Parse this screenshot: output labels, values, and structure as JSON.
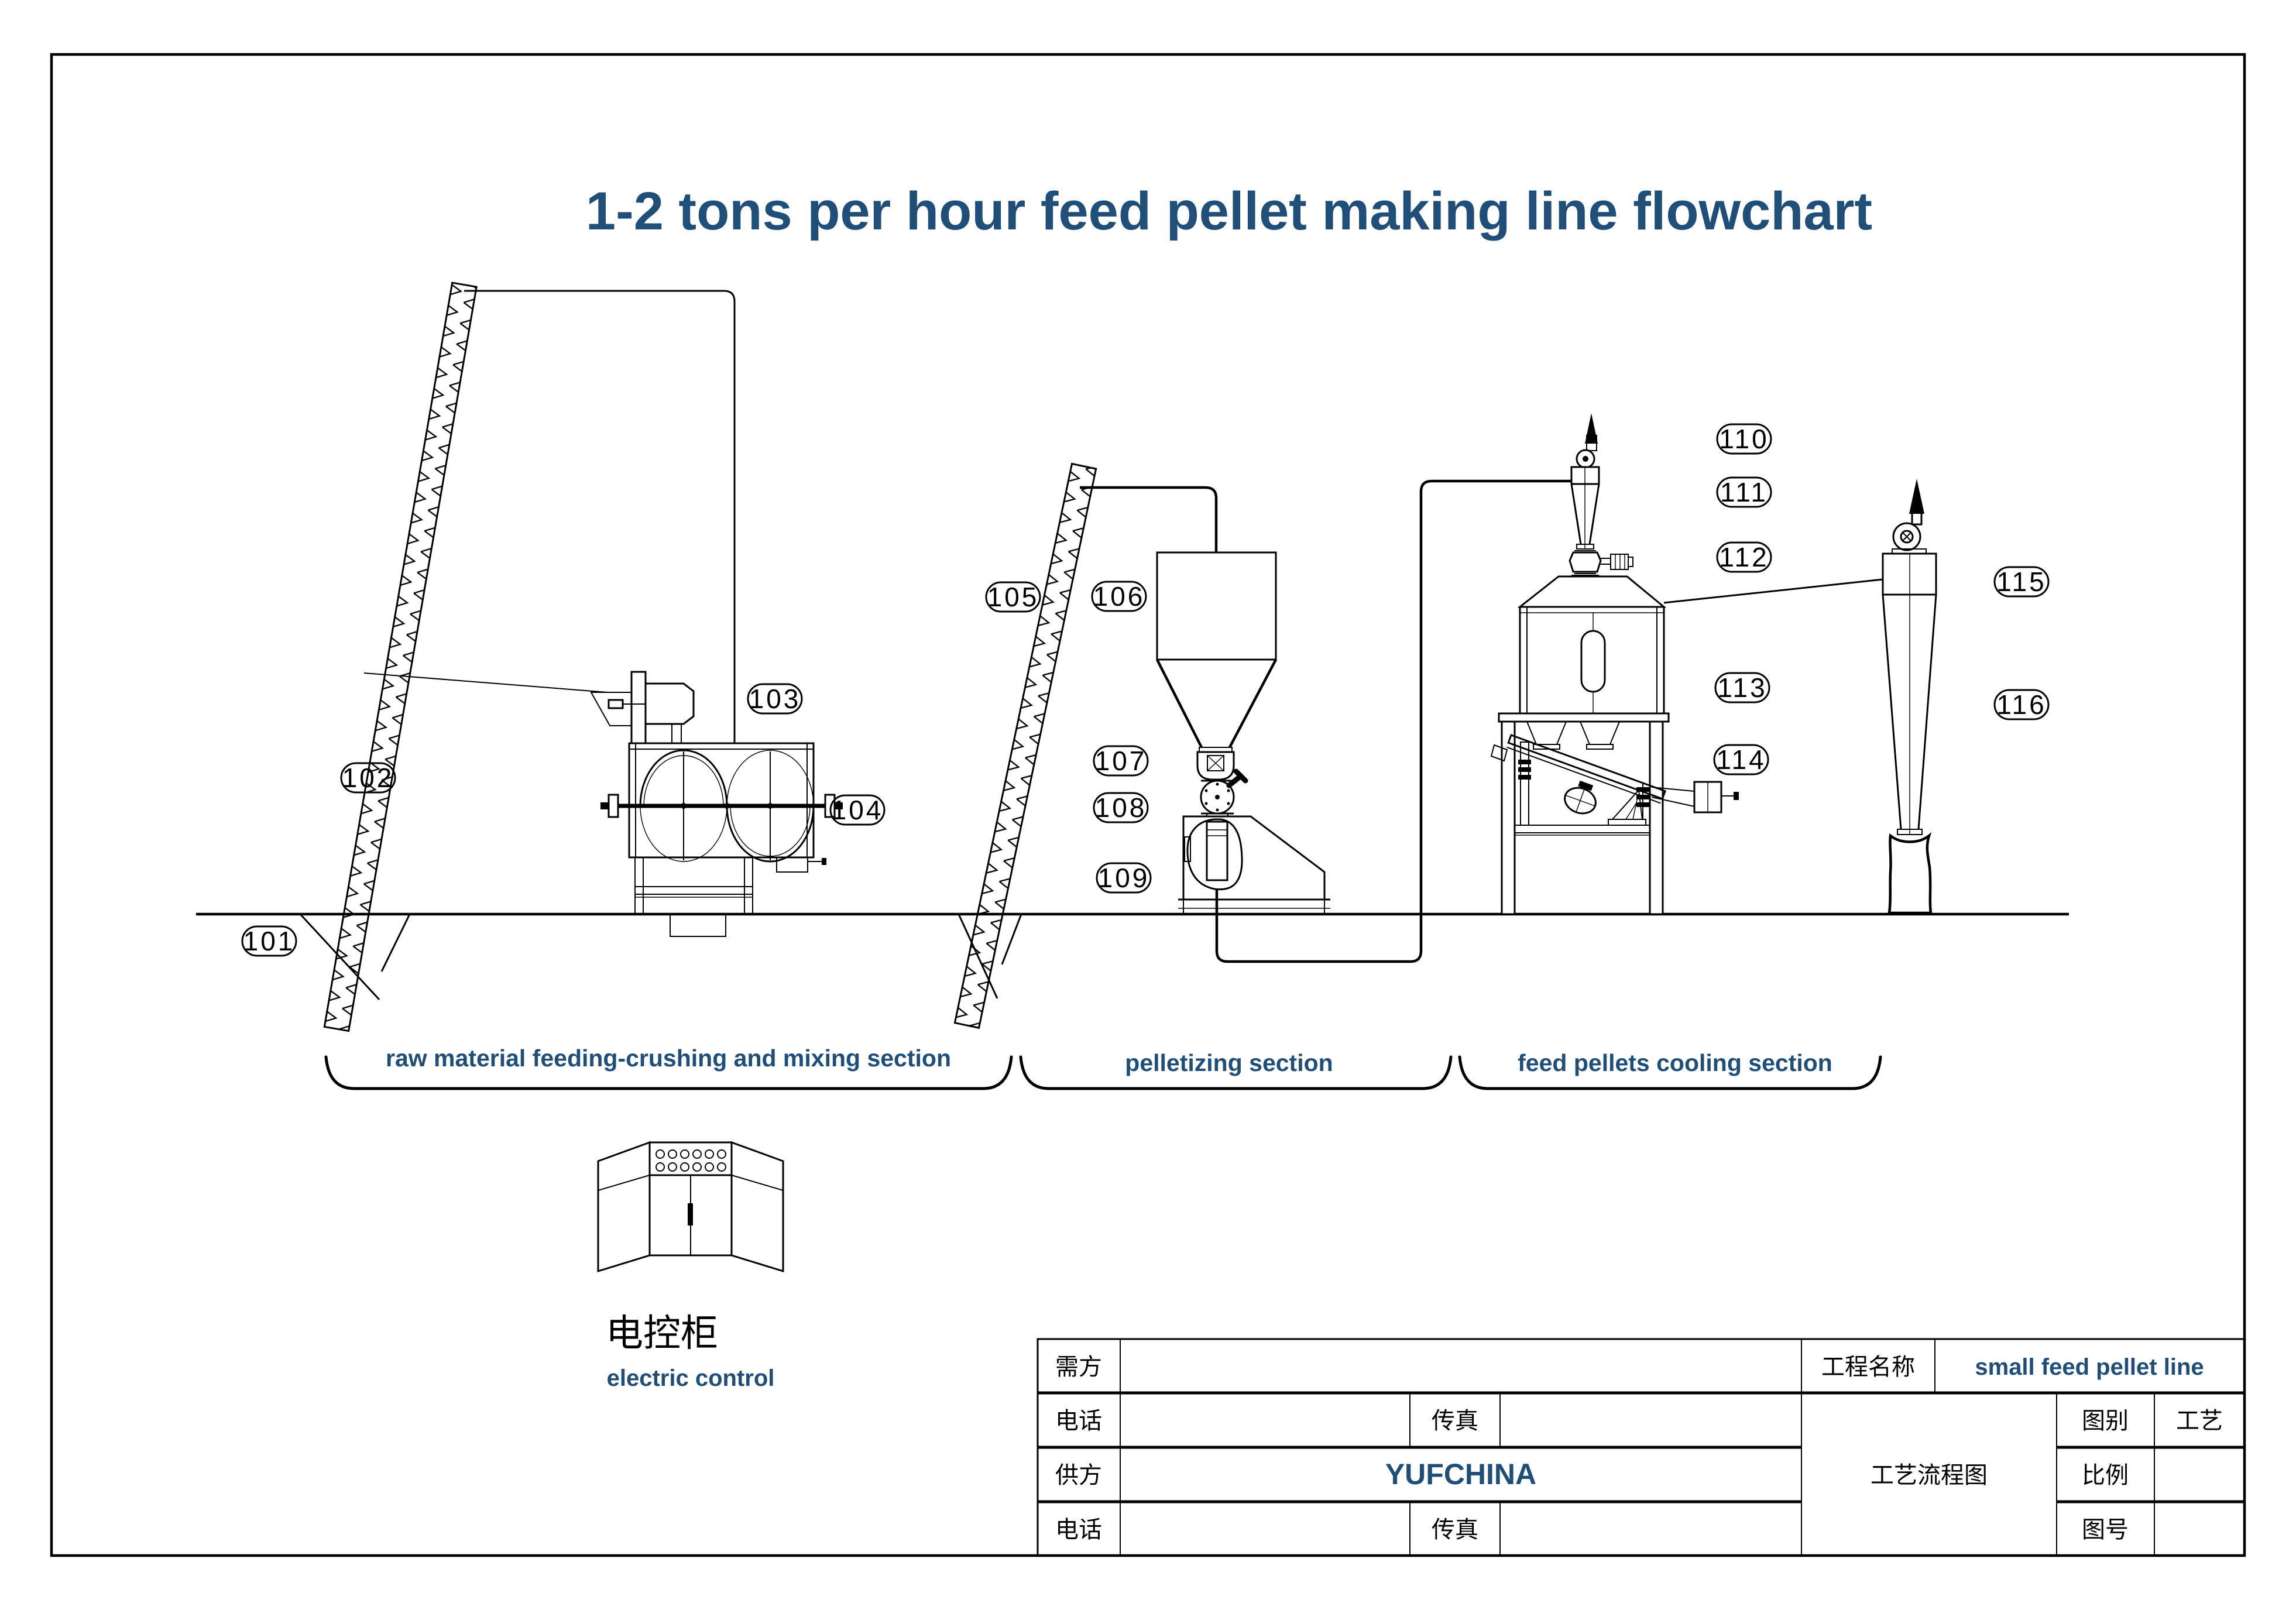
{
  "title": "1-2 tons per hour feed pellet making line flowchart",
  "colors": {
    "accent_blue": "#1f4e79",
    "line_black": "#000000",
    "paper_white": "#ffffff"
  },
  "components": [
    "101",
    "102",
    "103",
    "104",
    "105",
    "106",
    "107",
    "108",
    "109",
    "110",
    "111",
    "112",
    "113",
    "114",
    "115",
    "116"
  ],
  "sections": {
    "raw_material": "raw material feeding-crushing and mixing section",
    "pelletizing": "pelletizing section",
    "cooling": "feed pellets cooling section"
  },
  "electric_control": {
    "caption_zh": "电控柜",
    "caption_en": "electric control"
  },
  "title_block": {
    "buyer_label": "需方",
    "phone_label_1": "电话",
    "fax_label_1": "传真",
    "supplier_label": "供方",
    "phone_label_2": "电话",
    "fax_label_2": "传真",
    "project_name_label": "工程名称",
    "project_name_value": "small feed pellet line",
    "supplier_value": "YUFCHINA",
    "drawing_title": "工艺流程图",
    "drawing_type_label": "图别",
    "drawing_type_value": "工艺",
    "scale_label": "比例",
    "drawing_no_label": "图号"
  }
}
